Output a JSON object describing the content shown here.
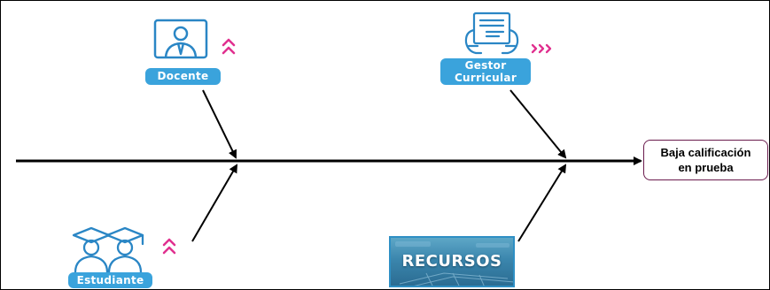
{
  "diagram": {
    "effect": {
      "line1": "Baja calificación",
      "line2": "en prueba"
    },
    "causes": {
      "docente": {
        "label": "Docente",
        "icon": "teacher-icon",
        "marker": "double-chevron-up-icon"
      },
      "gestor": {
        "line1": "Gestor",
        "line2": "Curricular",
        "icon": "document-holder-icon",
        "marker": "triple-chevron-right-icon"
      },
      "estudiante": {
        "label": "Estudiante",
        "icon": "graduates-icon",
        "marker": "double-chevron-up-icon"
      },
      "recursos": {
        "label": "RECURSOS",
        "icon": "laptop-keyboard-image"
      }
    },
    "colors": {
      "tag": "#3aa3dc",
      "marker": "#e0308f",
      "effect_border": "#6a1b4d",
      "icon": "#2a86c5"
    }
  }
}
